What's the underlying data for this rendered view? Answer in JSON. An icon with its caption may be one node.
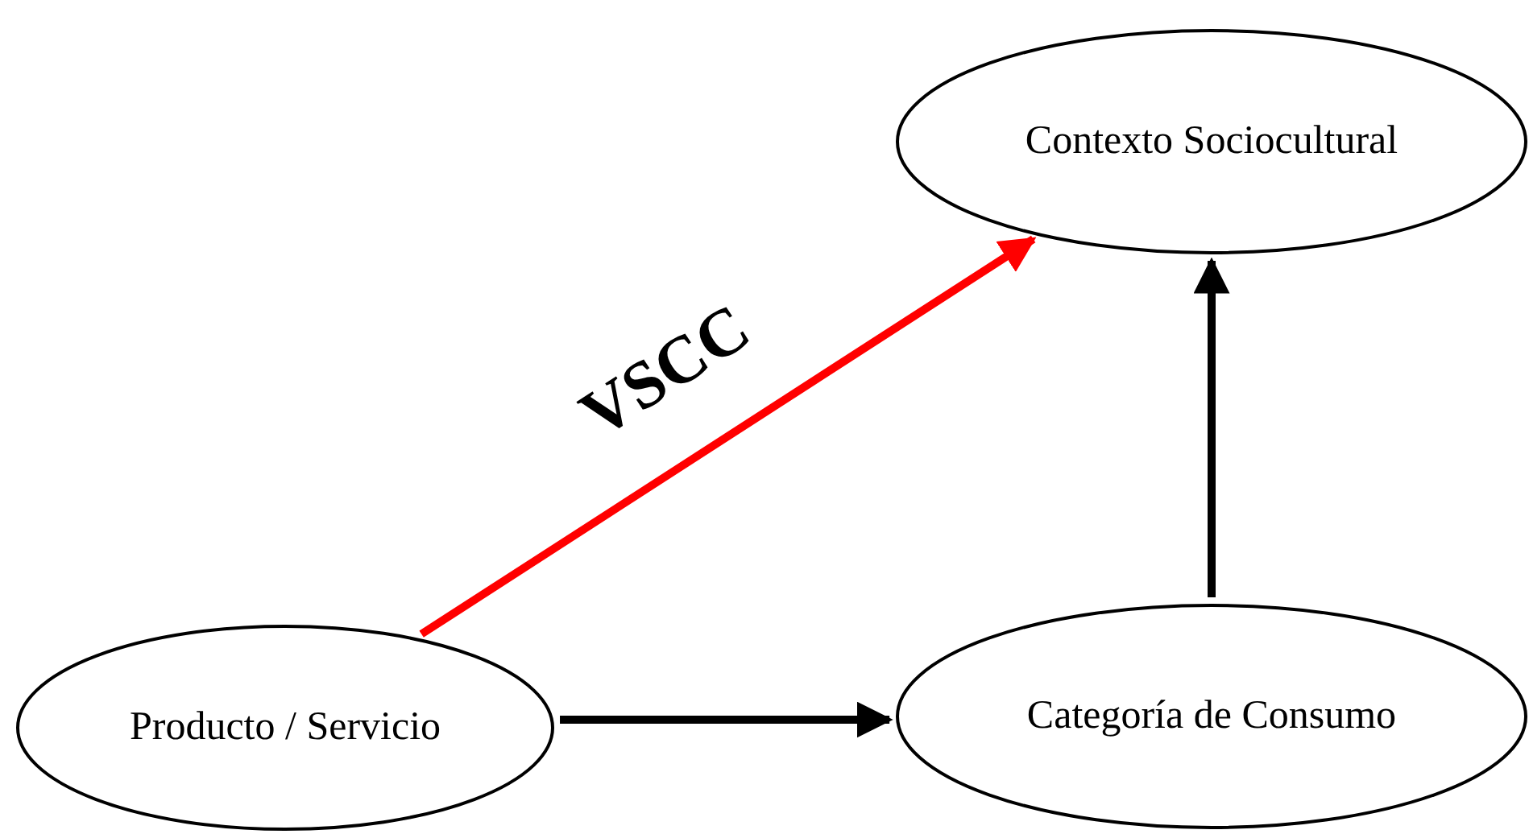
{
  "diagram": {
    "nodes": [
      {
        "text": [
          "Contexto Sociocultural"
        ]
      },
      {
        "text": [
          "Producto / Servicio"
        ]
      },
      {
        "text": [
          "Categoría de Consumo"
        ]
      }
    ],
    "edges": [
      {
        "from": 1,
        "to": 0,
        "arrow": "to",
        "label": "VSCC",
        "color": "#ff0000"
      },
      {
        "from": 1,
        "to": 2,
        "arrow": "to"
      },
      {
        "from": 2,
        "to": 0,
        "arrow": "to"
      }
    ]
  }
}
